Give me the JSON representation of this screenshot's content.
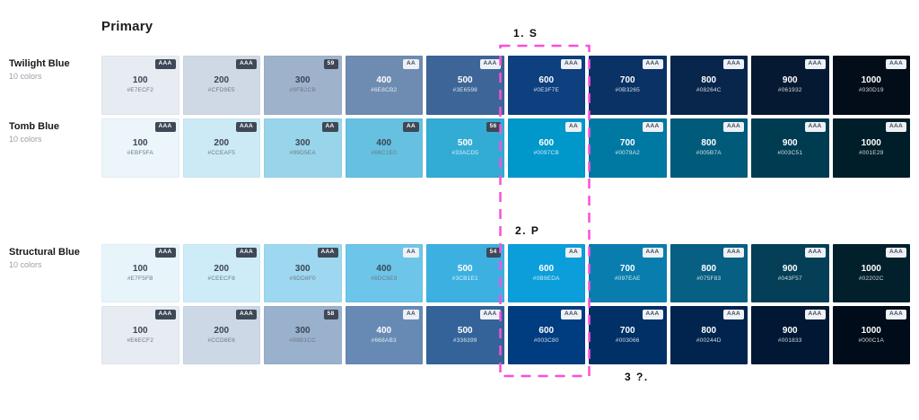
{
  "page": {
    "title": "Primary"
  },
  "annotations": {
    "highlight_color": "#FA4FD8",
    "steps": [
      {
        "label": "1. S"
      },
      {
        "label": "2. P"
      },
      {
        "label": "3 ?."
      }
    ]
  },
  "palette_rows": [
    {
      "label": "Twilight Blue",
      "sublabel": "10 colors",
      "swatches": [
        {
          "step": "100",
          "hex": "#E7ECF2",
          "badge": "AAA",
          "badge_style": "dark",
          "text_style": "dark"
        },
        {
          "step": "200",
          "hex": "#CFD9E5",
          "badge": "AAA",
          "badge_style": "dark",
          "text_style": "dark"
        },
        {
          "step": "300",
          "hex": "#9FB2CB",
          "badge": "59",
          "badge_style": "dark",
          "text_style": "dark"
        },
        {
          "step": "400",
          "hex": "#6E8CB2",
          "badge": "AA",
          "badge_style": "light",
          "text_style": "light"
        },
        {
          "step": "500",
          "hex": "#3E6598",
          "badge": "AAA",
          "badge_style": "light",
          "text_style": "light"
        },
        {
          "step": "600",
          "hex": "#0E3F7E",
          "badge": "AAA",
          "badge_style": "light",
          "text_style": "light"
        },
        {
          "step": "700",
          "hex": "#0B3265",
          "badge": "AAA",
          "badge_style": "light",
          "text_style": "light"
        },
        {
          "step": "800",
          "hex": "#08264C",
          "badge": "AAA",
          "badge_style": "light",
          "text_style": "light"
        },
        {
          "step": "900",
          "hex": "#061932",
          "badge": "AAA",
          "badge_style": "light",
          "text_style": "light"
        },
        {
          "step": "1000",
          "hex": "#030D19",
          "badge": "AAA",
          "badge_style": "light",
          "text_style": "light"
        }
      ]
    },
    {
      "label": "Tomb Blue",
      "sublabel": "10 colors",
      "swatches": [
        {
          "step": "100",
          "hex": "#EBF5FA",
          "badge": "AAA",
          "badge_style": "dark",
          "text_style": "dark"
        },
        {
          "step": "200",
          "hex": "#CCEAF5",
          "badge": "AAA",
          "badge_style": "dark",
          "text_style": "dark"
        },
        {
          "step": "300",
          "hex": "#99D5EA",
          "badge": "AA",
          "badge_style": "dark",
          "text_style": "dark"
        },
        {
          "step": "400",
          "hex": "#66C1E0",
          "badge": "AA",
          "badge_style": "dark",
          "text_style": "dark"
        },
        {
          "step": "500",
          "hex": "#33ACD5",
          "badge": "56",
          "badge_style": "dark",
          "text_style": "light"
        },
        {
          "step": "600",
          "hex": "#0097CB",
          "badge": "AA",
          "badge_style": "light",
          "text_style": "light"
        },
        {
          "step": "700",
          "hex": "#0079A2",
          "badge": "AAA",
          "badge_style": "light",
          "text_style": "light"
        },
        {
          "step": "800",
          "hex": "#005B7A",
          "badge": "AAA",
          "badge_style": "light",
          "text_style": "light"
        },
        {
          "step": "900",
          "hex": "#003C51",
          "badge": "AAA",
          "badge_style": "light",
          "text_style": "light"
        },
        {
          "step": "1000",
          "hex": "#001E29",
          "badge": "AAA",
          "badge_style": "light",
          "text_style": "light"
        }
      ]
    },
    {
      "label": "Structural Blue",
      "sublabel": "10 colors",
      "swatches": [
        {
          "step": "100",
          "hex": "#E7F5FB",
          "badge": "AAA",
          "badge_style": "dark",
          "text_style": "dark"
        },
        {
          "step": "200",
          "hex": "#CEECF8",
          "badge": "AAA",
          "badge_style": "dark",
          "text_style": "dark"
        },
        {
          "step": "300",
          "hex": "#9DD8F0",
          "badge": "AAA",
          "badge_style": "dark",
          "text_style": "dark"
        },
        {
          "step": "400",
          "hex": "#6DC5E9",
          "badge": "AA",
          "badge_style": "light",
          "text_style": "dark"
        },
        {
          "step": "500",
          "hex": "#3CB1E1",
          "badge": "54",
          "badge_style": "dark",
          "text_style": "light"
        },
        {
          "step": "600",
          "hex": "#0B9EDA",
          "badge": "AA",
          "badge_style": "light",
          "text_style": "light"
        },
        {
          "step": "700",
          "hex": "#097EAE",
          "badge": "AAA",
          "badge_style": "light",
          "text_style": "light"
        },
        {
          "step": "800",
          "hex": "#075F83",
          "badge": "AAA",
          "badge_style": "light",
          "text_style": "light"
        },
        {
          "step": "900",
          "hex": "#043F57",
          "badge": "AAA",
          "badge_style": "light",
          "text_style": "light"
        },
        {
          "step": "1000",
          "hex": "#02202C",
          "badge": "AAA",
          "badge_style": "light",
          "text_style": "light"
        }
      ]
    },
    {
      "label": "",
      "sublabel": "",
      "swatches": [
        {
          "step": "100",
          "hex": "#E6ECF2",
          "badge": "AAA",
          "badge_style": "dark",
          "text_style": "dark"
        },
        {
          "step": "200",
          "hex": "#CCD8E6",
          "badge": "AAA",
          "badge_style": "dark",
          "text_style": "dark"
        },
        {
          "step": "300",
          "hex": "#99B1CC",
          "badge": "58",
          "badge_style": "dark",
          "text_style": "dark"
        },
        {
          "step": "400",
          "hex": "#668AB3",
          "badge": "AA",
          "badge_style": "light",
          "text_style": "light"
        },
        {
          "step": "500",
          "hex": "#336399",
          "badge": "AAA",
          "badge_style": "light",
          "text_style": "light"
        },
        {
          "step": "600",
          "hex": "#003C80",
          "badge": "AAA",
          "badge_style": "light",
          "text_style": "light"
        },
        {
          "step": "700",
          "hex": "#003066",
          "badge": "AAA",
          "badge_style": "light",
          "text_style": "light"
        },
        {
          "step": "800",
          "hex": "#00244D",
          "badge": "AAA",
          "badge_style": "light",
          "text_style": "light"
        },
        {
          "step": "900",
          "hex": "#001833",
          "badge": "AAA",
          "badge_style": "light",
          "text_style": "light"
        },
        {
          "step": "1000",
          "hex": "#000C1A",
          "badge": "AAA",
          "badge_style": "light",
          "text_style": "light"
        }
      ]
    }
  ]
}
